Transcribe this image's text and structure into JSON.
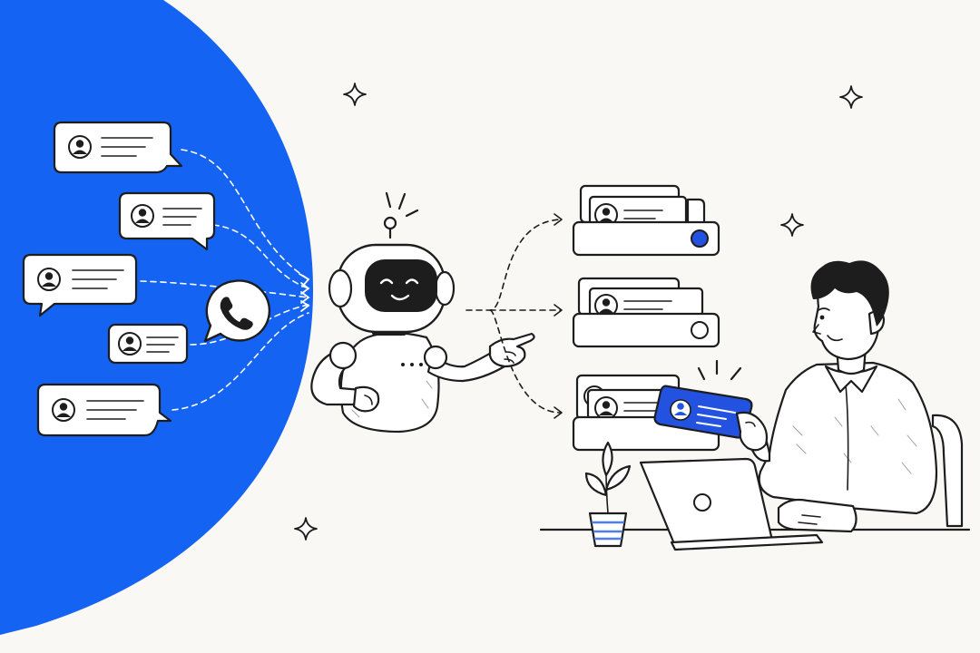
{
  "scene": {
    "kind": "flat line illustration",
    "colors": {
      "background": "#f9f8f4",
      "accent": "#1463f3",
      "card_blue": "#2452e0",
      "ink": "#1d1d1d",
      "pot_stripe": "#4f7df0"
    },
    "icons": [
      "chat-bubble-icon",
      "user-avatar-icon",
      "whatsapp-icon",
      "robot-icon",
      "server-tray-icon",
      "contact-card-icon",
      "laptop-icon",
      "plant-icon",
      "sparkle-icon"
    ],
    "incoming_message_count": 5,
    "output_tray_count": 3
  }
}
